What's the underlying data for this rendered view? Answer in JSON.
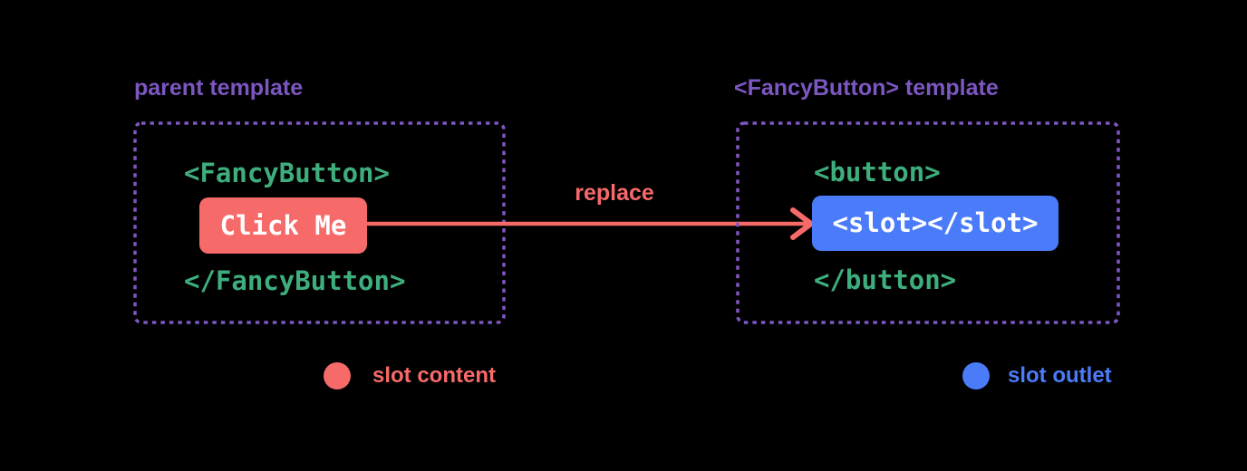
{
  "diagram_title": "Vue slots mechanism diagram",
  "colors": {
    "background": "#000000",
    "purple": "#7d57c1",
    "green": "#3fae7d",
    "red": "#f76a6a",
    "blue": "#4a7cfa",
    "white": "#ffffff"
  },
  "left_panel": {
    "title": "parent template",
    "code_open": "<FancyButton>",
    "button_label": "Click Me",
    "code_close": "</FancyButton>"
  },
  "arrow": {
    "label": "replace"
  },
  "right_panel": {
    "title": "<FancyButton> template",
    "code_open": "<button>",
    "slot_label": "<slot></slot>",
    "code_close": "</button>"
  },
  "legend": {
    "content_label": "slot content",
    "outlet_label": "slot outlet"
  }
}
